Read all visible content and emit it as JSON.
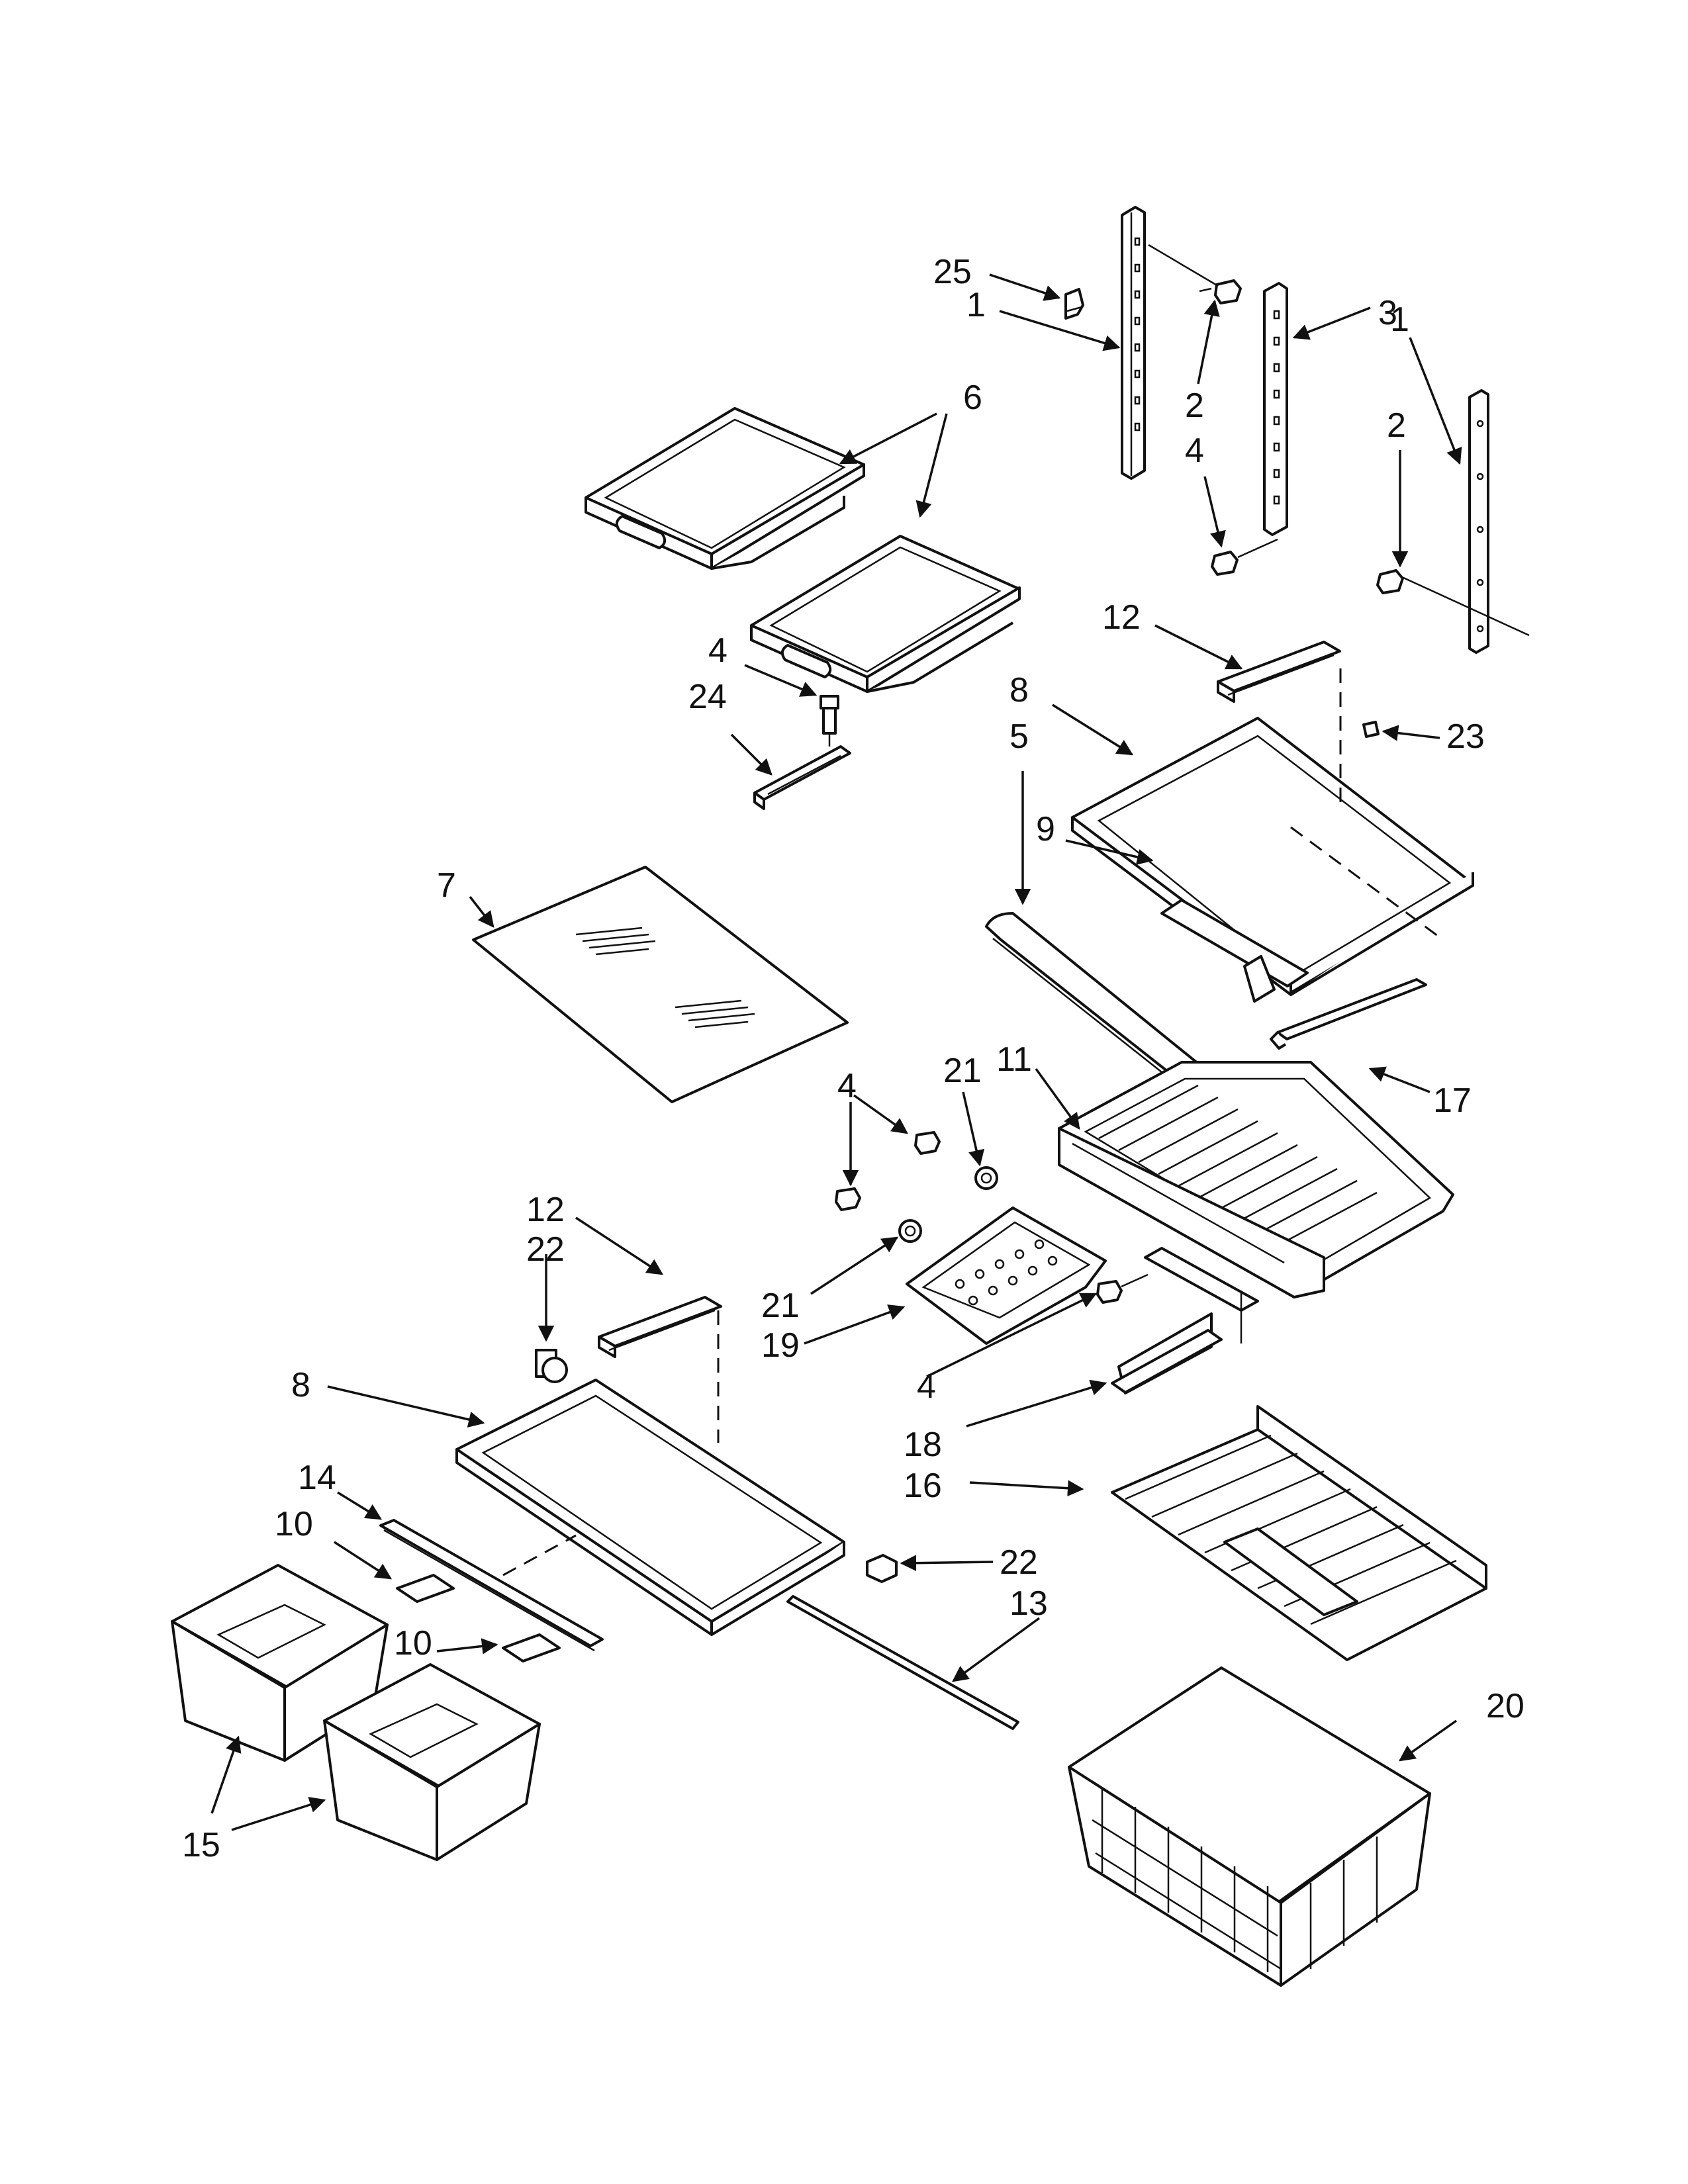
{
  "diagram": {
    "callouts": [
      {
        "id": "c25a",
        "text": "25"
      },
      {
        "id": "c1a",
        "text": "1"
      },
      {
        "id": "c6",
        "text": "6"
      },
      {
        "id": "c2a",
        "text": "2"
      },
      {
        "id": "c4a",
        "text": "4"
      },
      {
        "id": "c3",
        "text": "3"
      },
      {
        "id": "c1b",
        "text": "1"
      },
      {
        "id": "c2b",
        "text": "2"
      },
      {
        "id": "c12a",
        "text": "12"
      },
      {
        "id": "c4b",
        "text": "4"
      },
      {
        "id": "c24",
        "text": "24"
      },
      {
        "id": "c8a",
        "text": "8"
      },
      {
        "id": "c23",
        "text": "23"
      },
      {
        "id": "c5",
        "text": "5"
      },
      {
        "id": "c9",
        "text": "9"
      },
      {
        "id": "c7",
        "text": "7"
      },
      {
        "id": "c11",
        "text": "11"
      },
      {
        "id": "c17",
        "text": "17"
      },
      {
        "id": "c4c",
        "text": "4"
      },
      {
        "id": "c21a",
        "text": "21"
      },
      {
        "id": "c12b",
        "text": "12"
      },
      {
        "id": "c22a",
        "text": "22"
      },
      {
        "id": "c21b",
        "text": "21"
      },
      {
        "id": "c19",
        "text": "19"
      },
      {
        "id": "c4d",
        "text": "4"
      },
      {
        "id": "c8b",
        "text": "8"
      },
      {
        "id": "c18",
        "text": "18"
      },
      {
        "id": "c14",
        "text": "14"
      },
      {
        "id": "c16",
        "text": "16"
      },
      {
        "id": "c10a",
        "text": "10"
      },
      {
        "id": "c22b",
        "text": "22"
      },
      {
        "id": "c13",
        "text": "13"
      },
      {
        "id": "c10b",
        "text": "10"
      },
      {
        "id": "c20",
        "text": "20"
      },
      {
        "id": "c15",
        "text": "15"
      }
    ]
  }
}
